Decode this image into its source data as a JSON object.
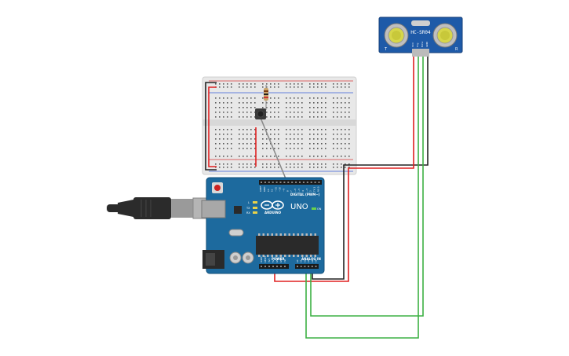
{
  "sensor": {
    "model": "HC-SR04",
    "pin_labels": [
      "VCC",
      "Trig",
      "Echo",
      "GND"
    ],
    "corner_left": "T",
    "corner_right": "R"
  },
  "board": {
    "brand": "ARDUINO",
    "model": "UNO",
    "digital_label": "DIGITAL (PWM~)",
    "power_label": "POWER",
    "analog_label": "ANALOG IN",
    "led_labels": [
      "L",
      "TX",
      "RX"
    ],
    "on_label": "ON",
    "power_pins": [
      "IOREF",
      "RESET",
      "3V3",
      "5V",
      "GND",
      "GND",
      "Vin"
    ],
    "analog_pins": [
      "A0",
      "A1",
      "A2",
      "A3",
      "A4",
      "A5"
    ],
    "digital_pins": [
      "AREF",
      "GND",
      "13",
      "12",
      "~11",
      "~10",
      "~9",
      "8",
      "7",
      "~6",
      "~5",
      "4",
      "~3",
      "2",
      "TX 1",
      "RX 0"
    ]
  },
  "colors": {
    "board_blue": "#1d6a9e",
    "board_dark": "#14507a",
    "sensor_blue": "#1e5aa8",
    "wire_red": "#e02020",
    "wire_black": "#222222",
    "wire_green": "#3cb043",
    "wire_gray": "#8a8a8a",
    "breadboard": "#e9e9e9",
    "rail_red": "#d93a3a",
    "rail_blue": "#3a5fd9",
    "usb_gray": "#9a9a9a",
    "usb_dark": "#2b2b2b",
    "chip": "#2a2a2a"
  }
}
